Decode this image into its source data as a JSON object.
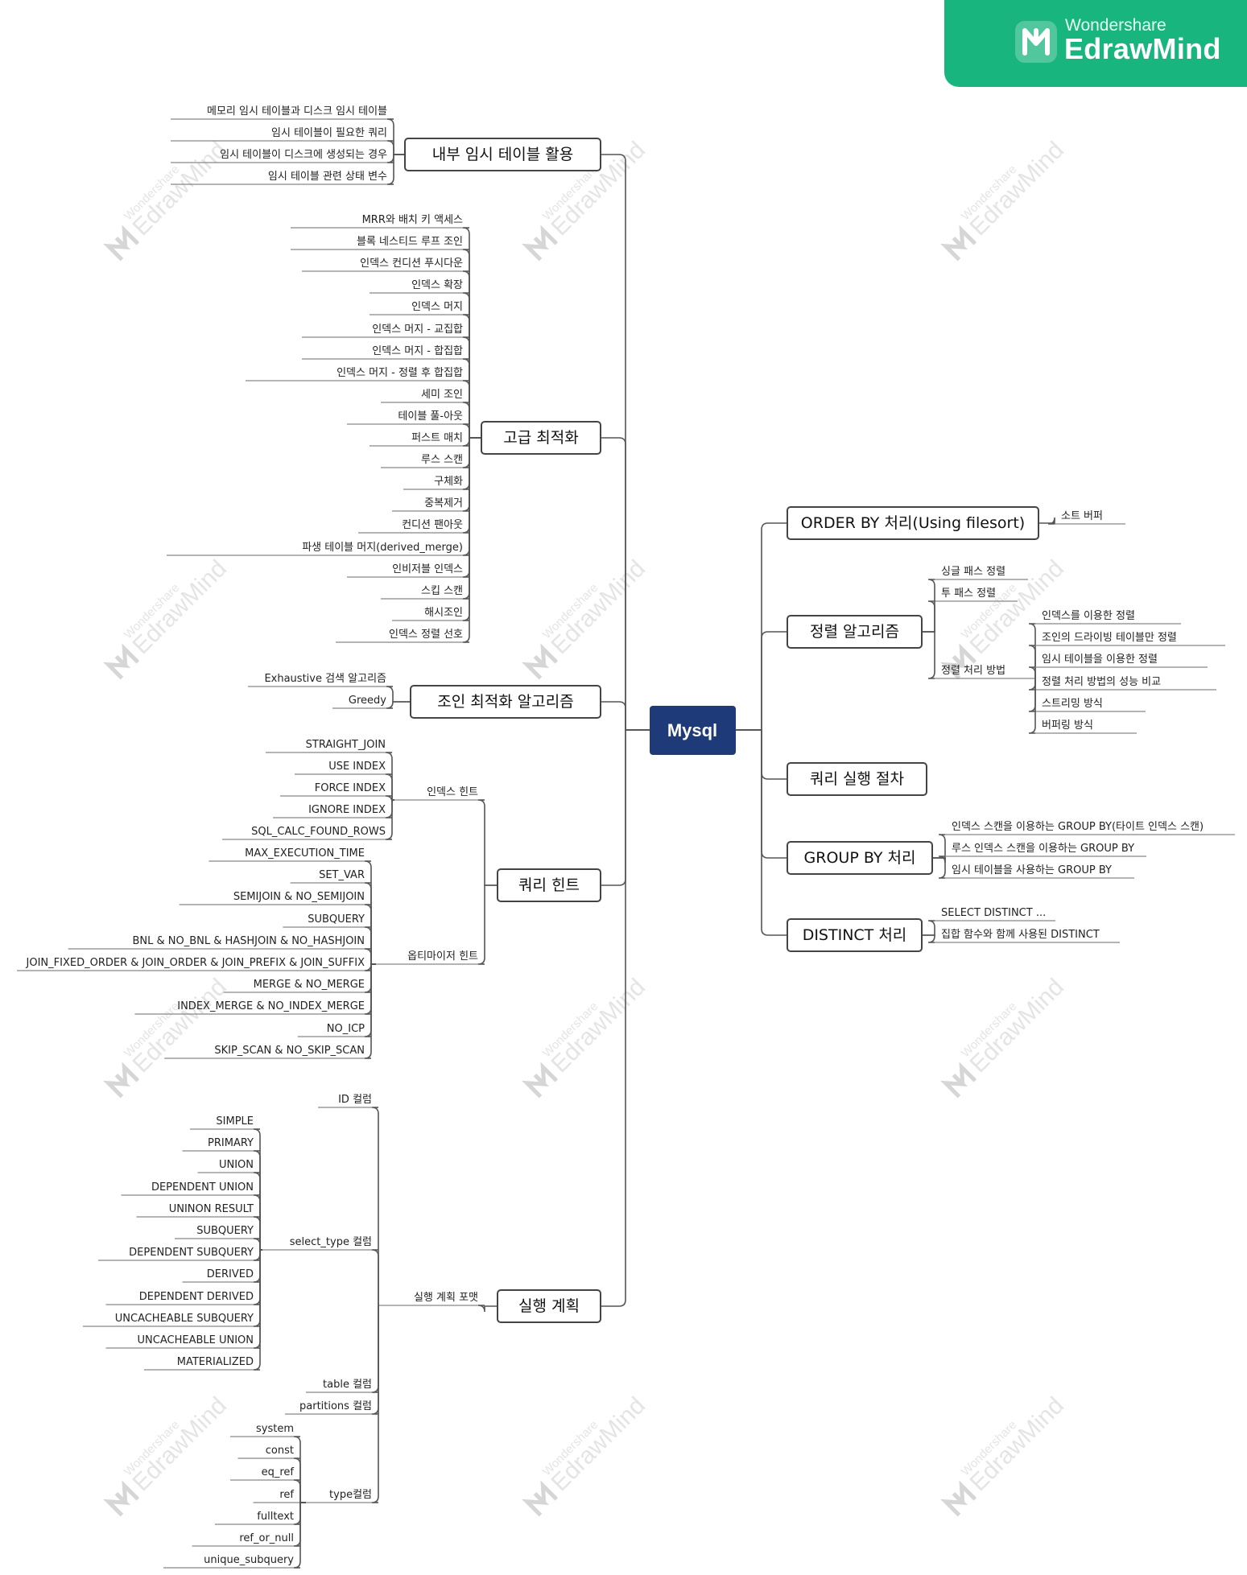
{
  "brand": {
    "company": "Wondershare",
    "product": "EdrawMind"
  },
  "watermark": {
    "company": "Wondershare",
    "product": "EdrawMind"
  },
  "root": "Mysql",
  "branches": {
    "temp_table": {
      "label": "내부 임시 테이블 활용",
      "children": [
        "메모리 임시 테이블과 디스크 임시 테이블",
        "임시 테이블이 필요한 쿼리",
        "임시 테이블이 디스크에 생성되는 경우",
        "임시 테이블 관련 상태 변수"
      ]
    },
    "advanced": {
      "label": "고급 최적화",
      "children": [
        "MRR와 배치 키 액세스",
        "블록 네스티드 루프 조인",
        "인덱스 컨디션 푸시다운",
        "인덱스 확장",
        "인덱스 머지",
        "인덱스 머지 - 교집합",
        "인덱스 머지 - 합집합",
        "인덱스 머지 - 정렬 후 합집합",
        "세미 조인",
        "테이블 풀-아웃",
        "퍼스트 매치",
        "루스 스캔",
        "구체화",
        "중복제거",
        "컨디션 팬아웃",
        "파생 테이블 머지(derived_merge)",
        "인비저블 인덱스",
        "스킵 스캔",
        "해시조인",
        "인덱스 정렬 선호"
      ]
    },
    "join": {
      "label": "조인 최적화 알고리즘",
      "children": [
        "Exhaustive 검색 알고리즘",
        "Greedy"
      ]
    },
    "hint": {
      "label": "쿼리 힌트",
      "index_hint": {
        "label": "인덱스 힌트",
        "children": [
          "STRAIGHT_JOIN",
          "USE INDEX",
          "FORCE INDEX",
          "IGNORE INDEX",
          "SQL_CALC_FOUND_ROWS"
        ]
      },
      "optimizer_hint": {
        "label": "옵티마이저 힌트",
        "children": [
          "MAX_EXECUTION_TIME",
          "SET_VAR",
          "SEMIJOIN & NO_SEMIJOIN",
          "SUBQUERY",
          "BNL & NO_BNL & HASHJOIN & NO_HASHJOIN",
          "JOIN_FIXED_ORDER & JOIN_ORDER & JOIN_PREFIX & JOIN_SUFFIX",
          "MERGE & NO_MERGE",
          "INDEX_MERGE & NO_INDEX_MERGE",
          "NO_ICP",
          "SKIP_SCAN & NO_SKIP_SCAN"
        ]
      }
    },
    "plan": {
      "label": "실행 계획",
      "format": "실행 계획 포맷",
      "id_col": "ID 컬럼",
      "select_type": {
        "label": "select_type 컬럼",
        "children": [
          "SIMPLE",
          "PRIMARY",
          "UNION",
          "DEPENDENT UNION",
          "UNINON RESULT",
          "SUBQUERY",
          "DEPENDENT SUBQUERY",
          "DERIVED",
          "DEPENDENT DERIVED",
          "UNCACHEABLE SUBQUERY",
          "UNCACHEABLE UNION",
          "MATERIALIZED"
        ]
      },
      "table_col": "table 컬럼",
      "partitions_col": "partitions 컬럼",
      "type_col": {
        "label": "type컬럼",
        "children": [
          "system",
          "const",
          "eq_ref",
          "ref",
          "fulltext",
          "ref_or_null",
          "unique_subquery"
        ]
      }
    },
    "order_by": {
      "label": "ORDER BY 처리(Using filesort)",
      "children": [
        "소트 버퍼"
      ]
    },
    "sort_algo": {
      "label": "정렬 알고리즘",
      "children": [
        "싱글 패스 정렬",
        "투 패스 정렬"
      ],
      "method": {
        "label": "정렬 처리 방법",
        "children": [
          "인덱스를 이용한 정렬",
          "조인의 드라이빙 테이블만 정렬",
          "임시 테이블을 이용한 정렬",
          "정렬 처리 방법의 성능 비교",
          "스트리밍 방식",
          "버퍼링 방식"
        ]
      }
    },
    "exec": {
      "label": "쿼리 실행 절차"
    },
    "group_by": {
      "label": "GROUP BY 처리",
      "children": [
        "인덱스 스캔을 이용하는 GROUP BY(타이트 인덱스 스캔)",
        "루스 인덱스 스캔을 이용하는 GROUP BY",
        "임시 테이블을 사용하는 GROUP BY"
      ]
    },
    "distinct": {
      "label": "DISTINCT 처리",
      "children": [
        "SELECT DISTINCT ...",
        "집합 함수와 함께 사용된 DISTINCT"
      ]
    }
  },
  "colors": {
    "root_fill": "#1e3a78",
    "brand_green": "#19b57e",
    "line": "#555555"
  }
}
